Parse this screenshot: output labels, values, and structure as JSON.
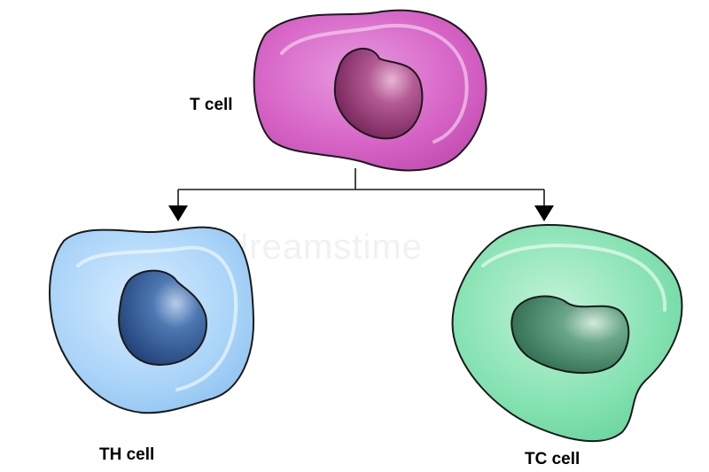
{
  "diagram": {
    "watermark": "dreamstime",
    "nodes": [
      {
        "id": "t-cell",
        "label": "T cell",
        "role": "parent"
      },
      {
        "id": "th-cell",
        "label": "TH cell",
        "role": "child"
      },
      {
        "id": "tc-cell",
        "label": "TC cell",
        "role": "child"
      }
    ],
    "edges": [
      {
        "from": "t-cell",
        "to": "th-cell"
      },
      {
        "from": "t-cell",
        "to": "tc-cell"
      }
    ],
    "colors": {
      "t_cell_body": "#d65ec4",
      "t_cell_nucleus": "#8e2f6e",
      "th_cell_body": "#a9d3f8",
      "th_cell_nucleus": "#2f5f98",
      "tc_cell_body": "#7fe0ad",
      "tc_cell_nucleus": "#4a8a6a",
      "outline": "#1a1a1a"
    }
  }
}
